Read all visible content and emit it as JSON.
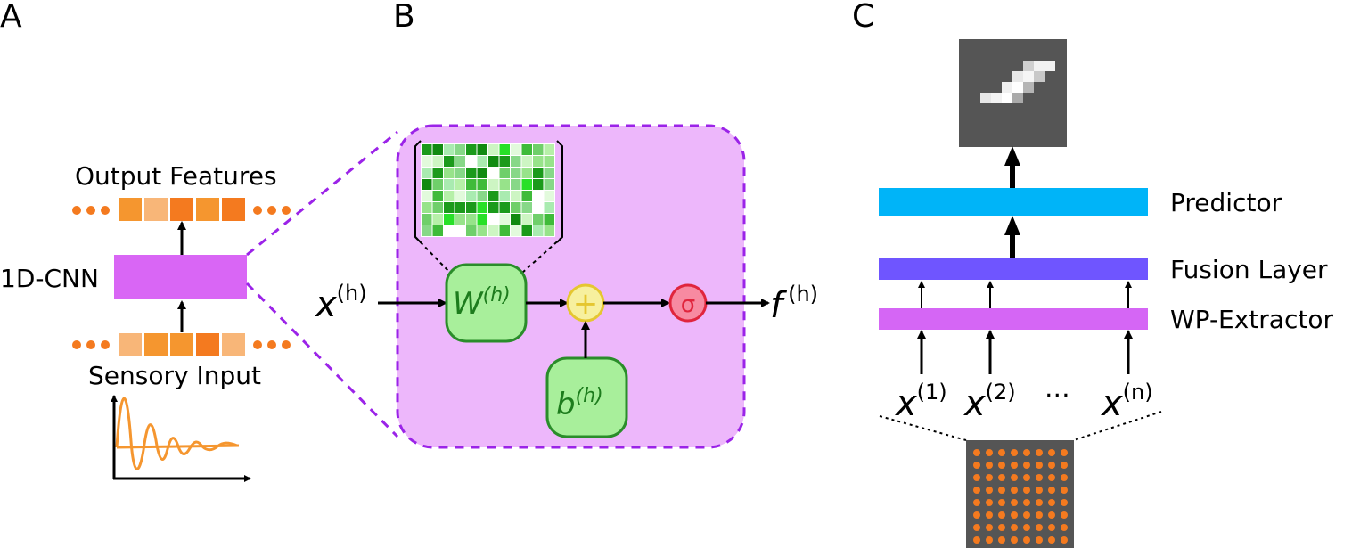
{
  "panels": {
    "a": "A",
    "b": "B",
    "c": "C"
  },
  "panel_a": {
    "output_features": "Output Features",
    "cnn": "1D-CNN",
    "sensory_input": "Sensory Input"
  },
  "panel_b": {
    "x_base": "x",
    "x_sup": "(h)",
    "w_base": "W",
    "w_sup": "(h)",
    "b_base": "b",
    "b_sup": "(h)",
    "plus_symbol": "+",
    "sigma_symbol": "σ",
    "f_base": "f",
    "f_sup": "(h)"
  },
  "panel_c": {
    "predictor": "Predictor",
    "fusion_layer": "Fusion Layer",
    "wp_extractor": "WP-Extractor",
    "x1_base": "x",
    "x1_sup": "(1)",
    "x2_base": "x",
    "x2_sup": "(2)",
    "ellipsis": "···",
    "xn_base": "x",
    "xn_sup": "(n)"
  },
  "colors": {
    "orange_dark": "#f47a1f",
    "orange_mid": "#f5962f",
    "orange_light": "#f8b678",
    "magenta": "#d966f5",
    "pink_panel": "#edb7fb",
    "purple_dash": "#9b23e8",
    "green_fill": "#a8ef9b",
    "green_border": "#2a8d2a",
    "green_text": "#1d7c1d",
    "yellow_fill": "#f7f09e",
    "yellow_border": "#e5c630",
    "sigma_fill": "#f78aa1",
    "sigma_border": "#e0253d",
    "cyan": "#00b4f8",
    "fusion_purple": "#6f55ff",
    "wp_magenta": "#d566f5",
    "dark_gray": "#555555"
  }
}
